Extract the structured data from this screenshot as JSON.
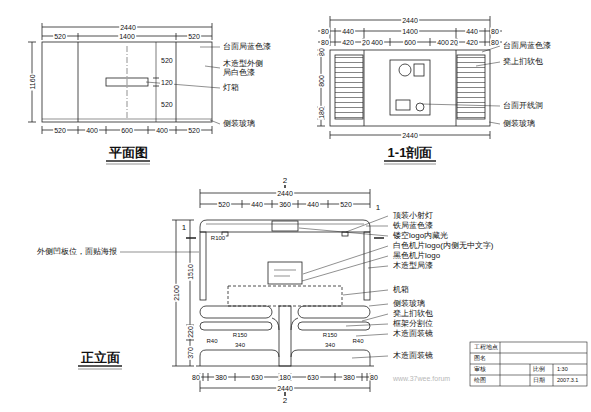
{
  "diagram": {
    "labels": [
      "2440",
      "520",
      "1400",
      "520",
      "1160",
      "520",
      "120",
      "520",
      "520",
      "400",
      "600",
      "400",
      "520",
      "台面局蓝色漆",
      "木造型外侧局白色漆",
      "灯箱",
      "侧装玻璃",
      "平面图",
      "2440",
      "80",
      "440",
      "1400",
      "440",
      "80",
      "80",
      "420",
      "20",
      "400",
      "600",
      "400",
      "20",
      "420",
      "80",
      "80",
      "800",
      "180",
      "2440",
      "台面局蓝色漆",
      "凳上扪软包",
      "台面开线洞",
      "侧装玻璃",
      "1-1剖面",
      "2",
      "2440",
      "520",
      "440",
      "360",
      "440",
      "520",
      "外侧凹板位，面贴海报",
      "1",
      "1",
      "2100",
      "1510",
      "220",
      "370",
      "R100",
      "R40",
      "R150",
      "340",
      "R150",
      "340",
      "R40",
      "80",
      "380",
      "630",
      "180",
      "630",
      "380",
      "80",
      "2440",
      "2",
      "顶装小射灯",
      "铁局蓝色漆",
      "镂空logo内藏光",
      "白色机片logo(内侧无中文字)",
      "黑色机片logo",
      "木造型局漆",
      "机箱",
      "侧装玻璃",
      "凳上扪软包",
      "框架分割位",
      "木造面装镜",
      "木造面装镜",
      "正立面",
      "工程地点",
      "图名",
      "审核",
      "比例",
      "1:30",
      "绘图",
      "日期",
      "2007.3.1",
      "www.37wee.forum"
    ]
  }
}
